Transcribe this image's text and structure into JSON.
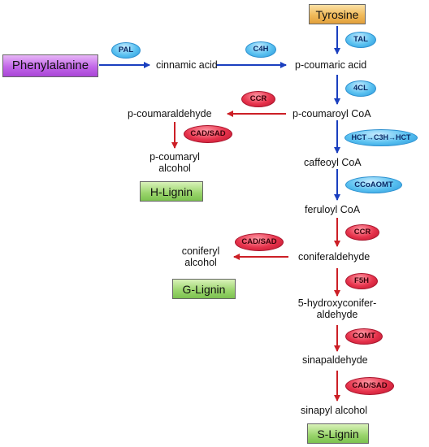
{
  "nodes": {
    "phenylalanine": "Phenylalanine",
    "tyrosine": "Tyrosine",
    "cinnamic_acid": "cinnamic acid",
    "p_coumaric_acid": "p-coumaric acid",
    "p_coumaroyl_coa": "p-coumaroyl CoA",
    "p_coumaraldehyde": "p-coumaraldehyde",
    "p_coumaryl_alcohol_1": "p-coumaryl",
    "p_coumaryl_alcohol_2": "alcohol",
    "caffeoyl_coa": "caffeoyl CoA",
    "feruloyl_coa": "feruloyl CoA",
    "coniferaldehyde": "coniferaldehyde",
    "coniferyl_alcohol_1": "coniferyl",
    "coniferyl_alcohol_2": "alcohol",
    "hydroxyconiferaldehyde_1": "5-hydroxyconifer-",
    "hydroxyconiferaldehyde_2": "aldehyde",
    "sinapaldehyde": "sinapaldehyde",
    "sinapyl_alcohol": "sinapyl alcohol"
  },
  "lignins": {
    "h": "H-Lignin",
    "g": "G-Lignin",
    "s": "S-Lignin"
  },
  "enzymes": {
    "pal": "PAL",
    "c4h": "C4H",
    "tal": "TAL",
    "fourcl": "4CL",
    "ccr_top": "CCR",
    "cad_sad_h": "CAD/SAD",
    "hct": "HCT→C3H→HCT",
    "ccoaomt": "CCoAOMT",
    "ccr_mid": "CCR",
    "cad_sad_g": "CAD/SAD",
    "f5h": "F5H",
    "comt": "COMT",
    "cad_sad_s": "CAD/SAD"
  },
  "colors": {
    "blue_arrow": "#1a3fbf",
    "red_arrow": "#cc1f26",
    "enzyme_blue": "#58c0f0",
    "enzyme_red": "#e6324b",
    "box_purple": "#c266e8",
    "box_orange": "#f0ba5a",
    "box_green": "#99d46b"
  }
}
